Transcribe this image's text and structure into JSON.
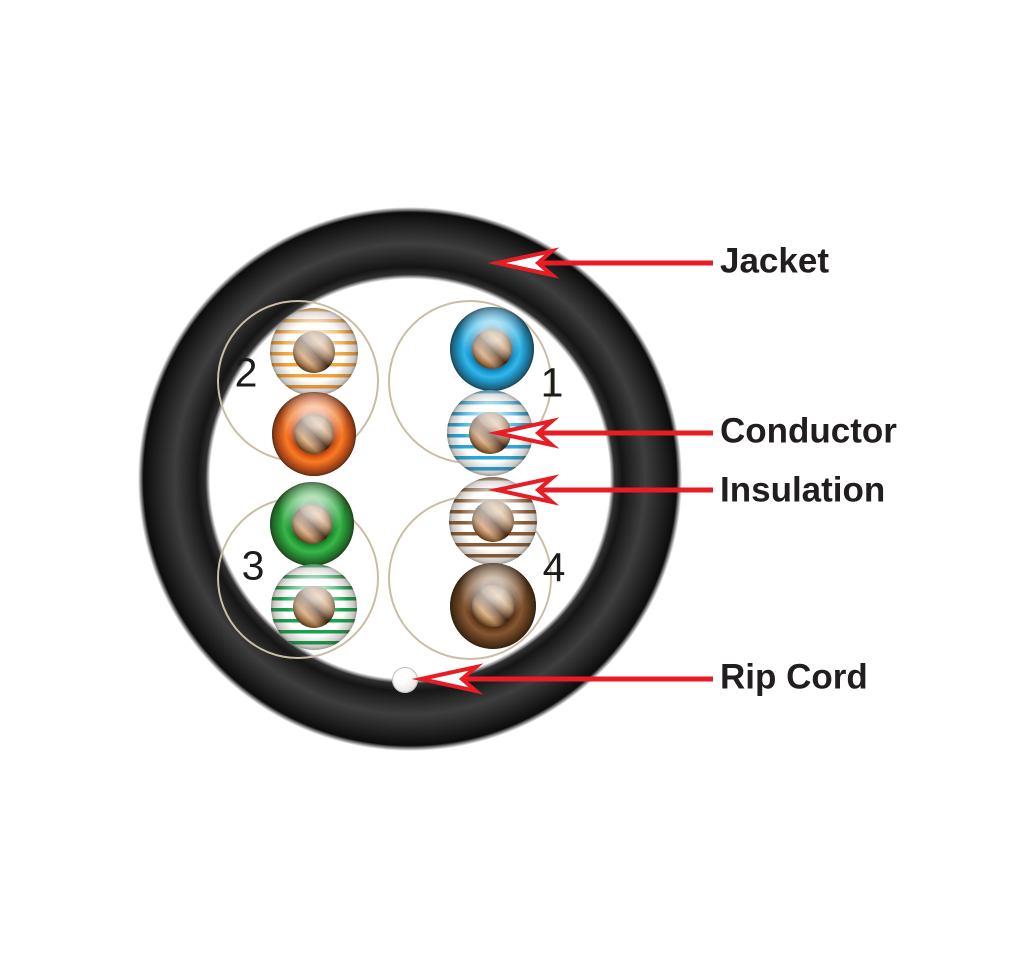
{
  "diagram": {
    "kind": "utp-cable-cross-section",
    "callouts": {
      "jacket": "Jacket",
      "conductor": "Conductor",
      "insulation": "Insulation",
      "rip_cord": "Rip Cord"
    },
    "pairs": [
      {
        "number": "1",
        "wires": [
          "blue-solid",
          "blue-white-striped"
        ]
      },
      {
        "number": "2",
        "wires": [
          "orange-white-striped",
          "orange-solid"
        ]
      },
      {
        "number": "3",
        "wires": [
          "green-solid",
          "green-white-striped"
        ]
      },
      {
        "number": "4",
        "wires": [
          "brown-white-striped",
          "brown-solid"
        ]
      }
    ]
  },
  "colors": {
    "red": "#e81c24",
    "text": "#221e1f",
    "tan": "#c9bda6",
    "jacket_mid": "#3e3e3e",
    "jacket_dark": "#0c0c0c",
    "orange": "#e8611a",
    "orange_dark": "#a83c0c",
    "orange_light": "#f47d24",
    "orange_stripe": "#f1a33c",
    "blue": "#1ba1d8",
    "blue_dark": "#0b6f9e",
    "blue_light": "#35b6e8",
    "blue_stripe": "#2aa6da",
    "green": "#23a138",
    "green_dark": "#127021",
    "green_light": "#3cb44b",
    "green_stripe": "#18a14f",
    "brown": "#6f4523",
    "brown_dark": "#432408",
    "brown_light": "#855733",
    "brown_stripe": "#8a5c36",
    "copper_hi": "#d7a371",
    "copper_md": "#a8743f",
    "copper_dk": "#53311a",
    "ripcord": "#ededed"
  }
}
